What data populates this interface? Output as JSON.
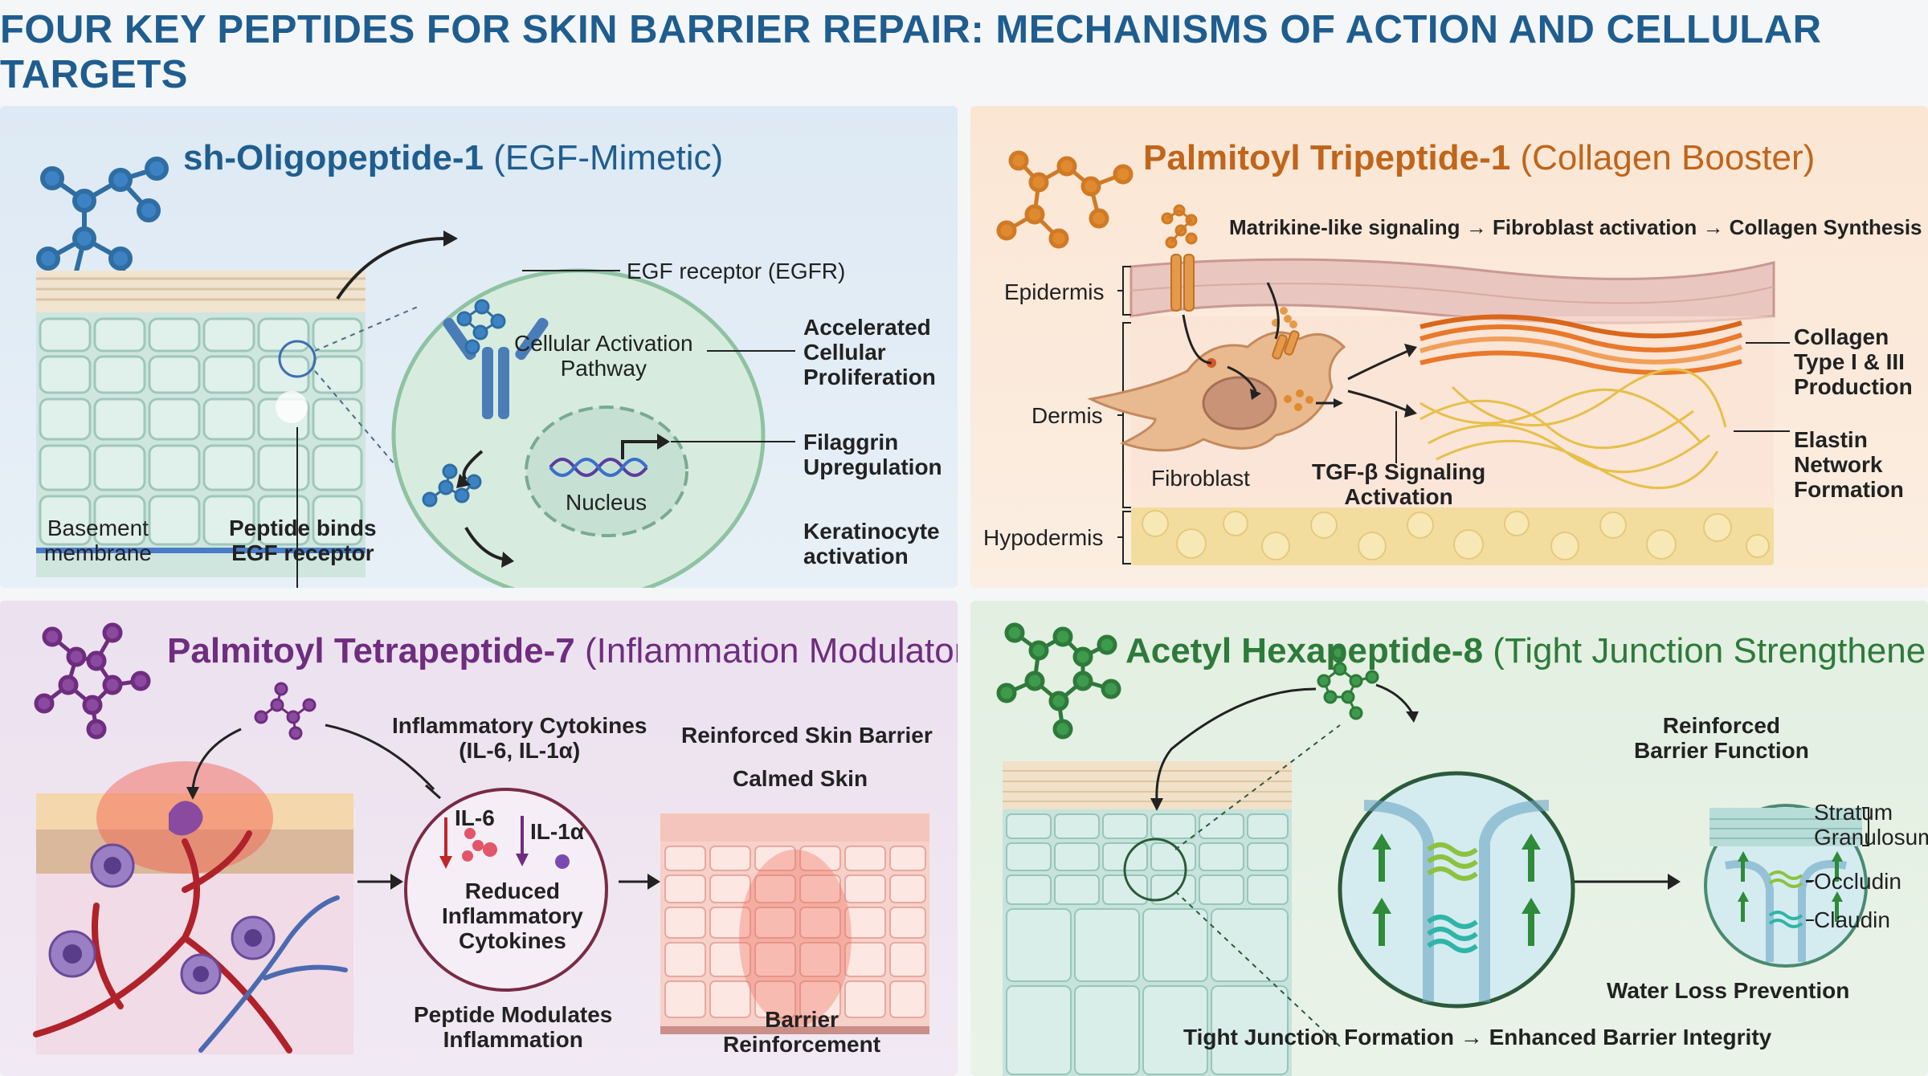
{
  "title": "FOUR KEY PEPTIDES FOR SKIN BARRIER REPAIR: MECHANISMS OF ACTION AND CELLULAR TARGETS",
  "colors": {
    "title": "#1f5d8f",
    "panel1": "#1f5d8f",
    "panel2": "#c0651a",
    "panel3": "#6f2d7f",
    "panel4": "#2e7a3a"
  },
  "panel1": {
    "name": "sh-Oligopeptide-1",
    "subtitle": "(EGF-Mimetic)",
    "receptor": "EGF receptor (EGFR)",
    "pathway": "Cellular Activation\nPathway",
    "proliferation": "Accelerated\nCellular\nProliferation",
    "filaggrin": "Filaggrin\nUpregulation",
    "nucleus": "Nucleus",
    "keratinocyte": "Keratinocyte\nactivation",
    "basement": "Basement\nmembrane",
    "binds": "Peptide binds\nEGF receptor"
  },
  "panel2": {
    "name": "Palmitoyl Tripeptide-1",
    "subtitle": "(Collagen Booster)",
    "signaling": "Matrikine-like signaling → Fibroblast activation → Collagen Synthesis",
    "epidermis": "Epidermis",
    "dermis": "Dermis",
    "hypodermis": "Hypodermis",
    "fibroblast": "Fibroblast",
    "tgf": "TGF-β Signaling\nActivation",
    "collagen": "Collagen\nType I & III\nProduction",
    "elastin": "Elastin\nNetwork\nFormation"
  },
  "panel3": {
    "name": "Palmitoyl Tetrapeptide-7",
    "subtitle": "(Inflammation Modulator)",
    "cytokines": "Inflammatory Cytokines\n(IL-6, IL-1α)",
    "il6": "IL-6",
    "il1a": "IL-1α",
    "reduced": "Reduced\nInflammatory\nCytokines",
    "reinforced": "Reinforced Skin Barrier",
    "calmed": "Calmed Skin",
    "modulates": "Peptide Modulates\nInflammation",
    "barrier": "Barrier\nReinforcement"
  },
  "panel4": {
    "name": "Acetyl Hexapeptide-8",
    "subtitle": "(Tight Junction Strengthener)",
    "reinforced": "Reinforced\nBarrier Function",
    "stratum": "Stratum\nGranulosum",
    "occludin": "Occludin",
    "claudin": "Claudin",
    "water": "Water Loss Prevention",
    "tight": "Tight Junction Formation → Enhanced Barrier Integrity"
  }
}
